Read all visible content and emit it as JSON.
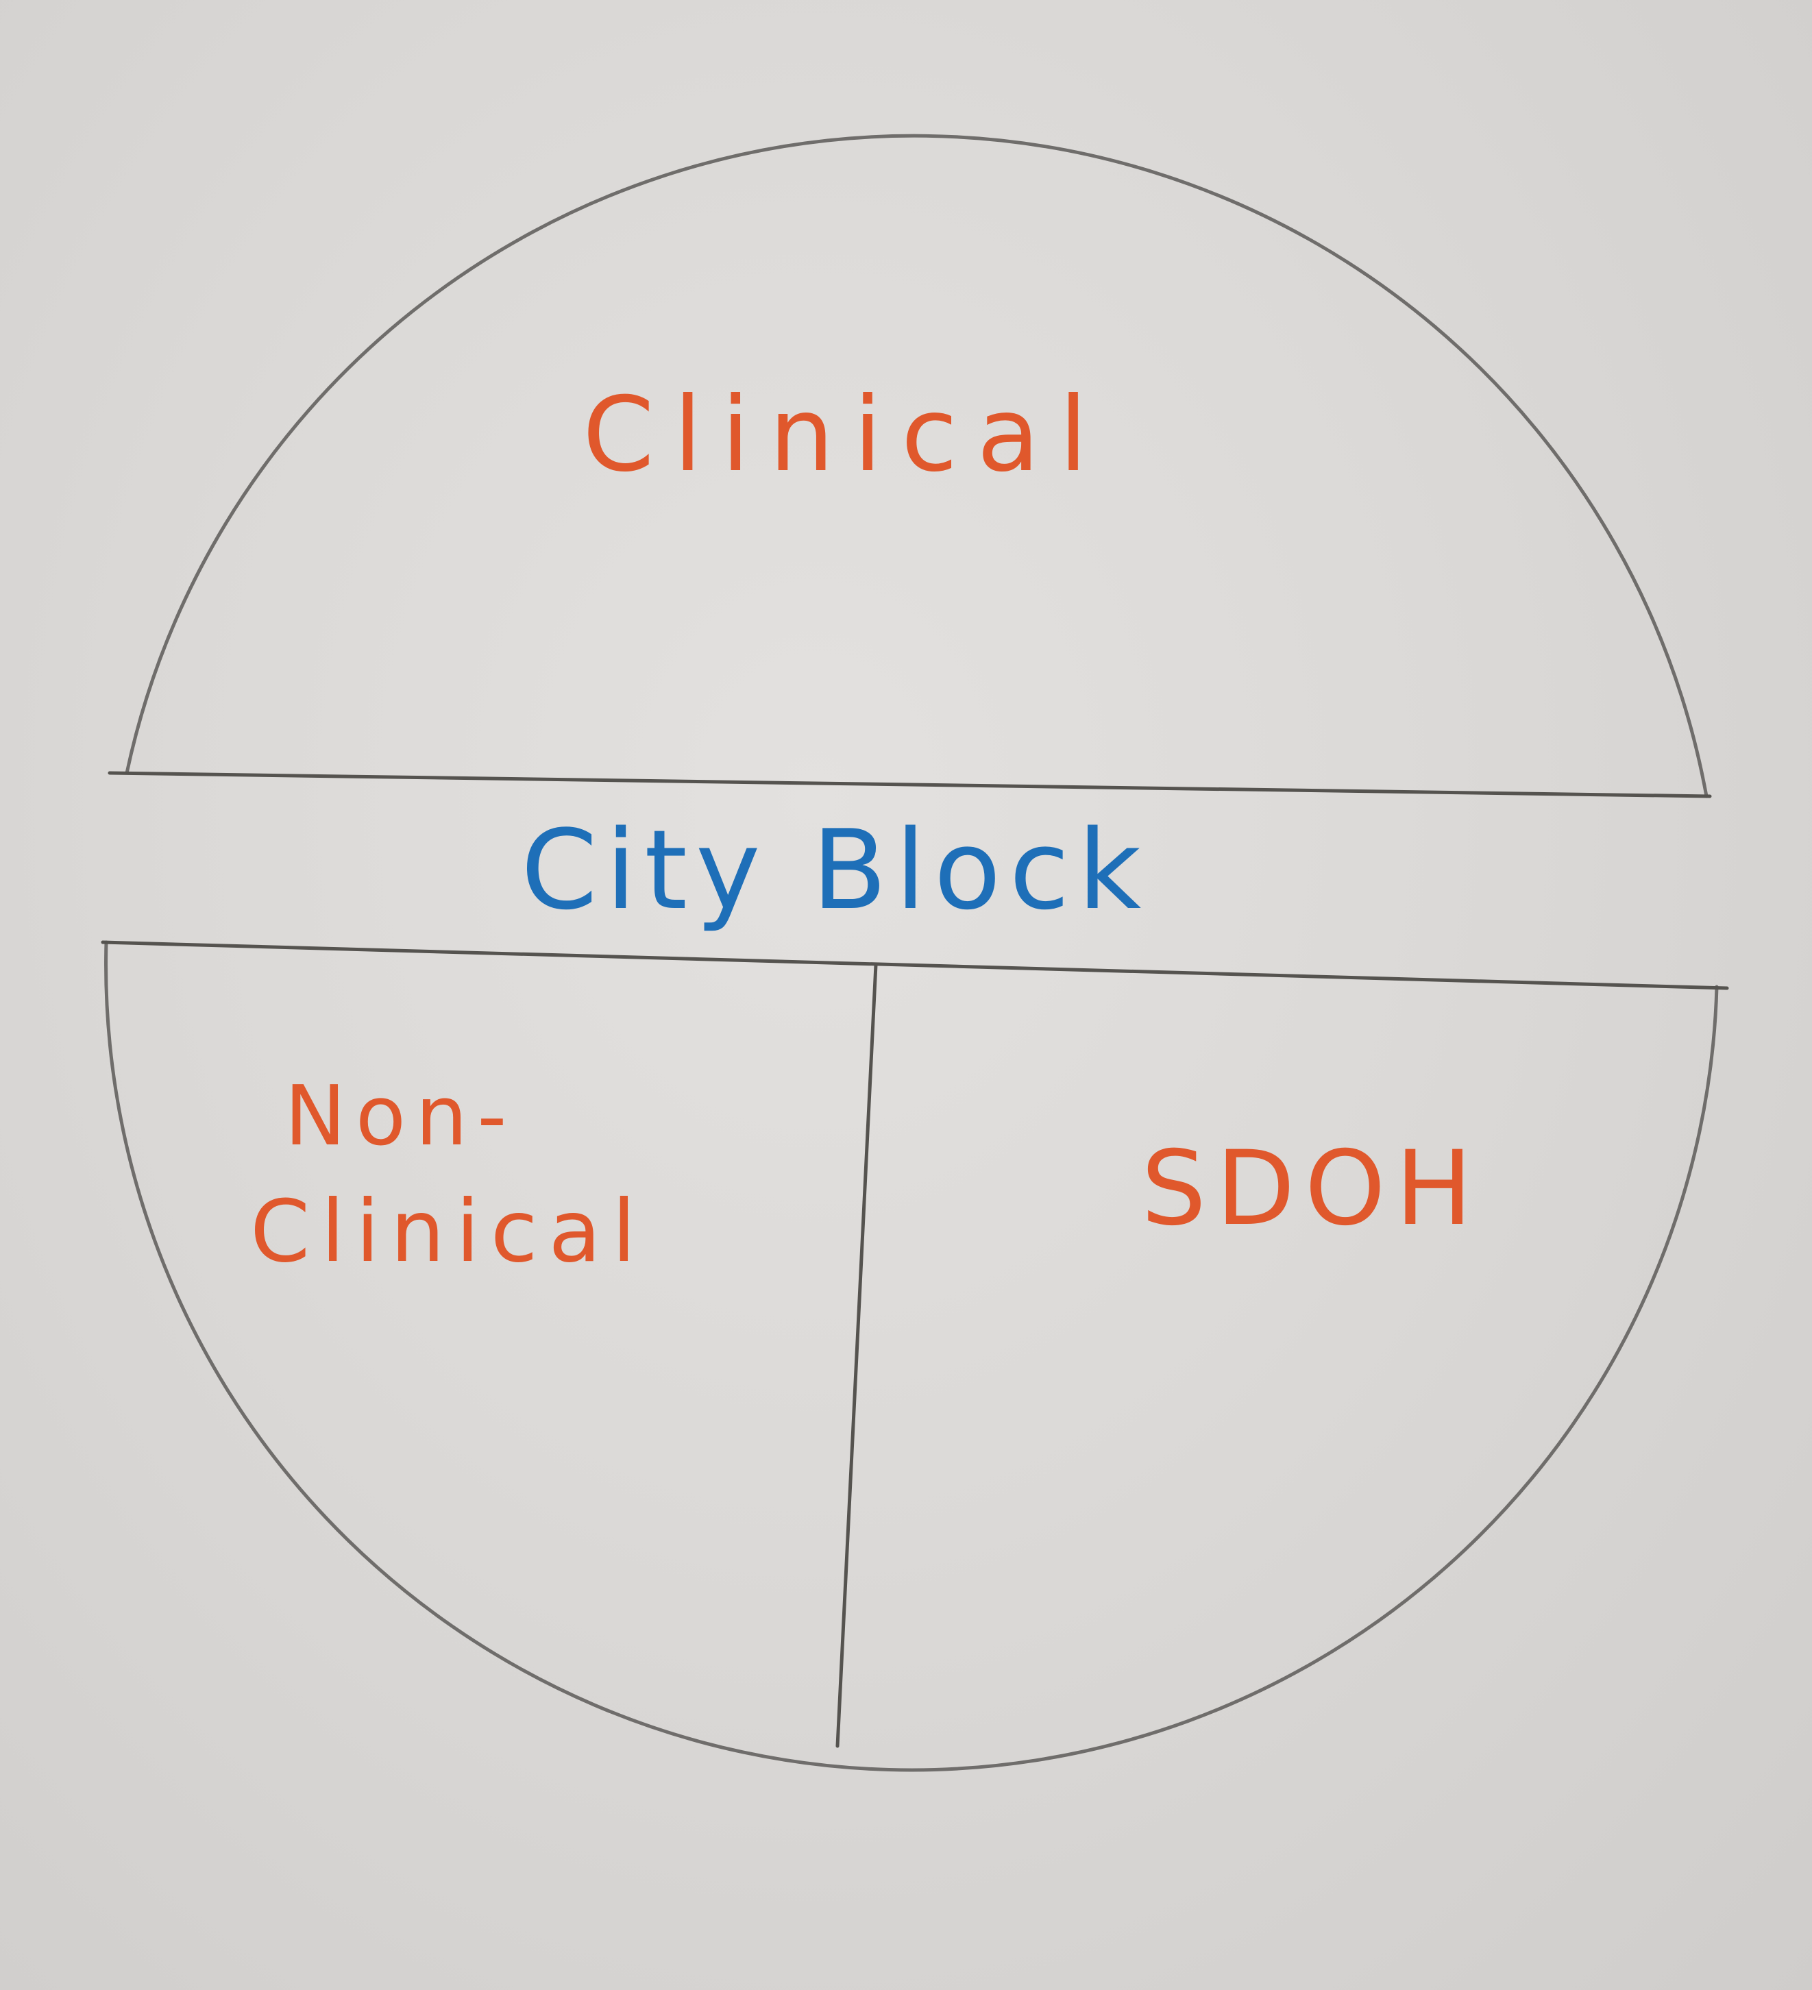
{
  "diagram": {
    "center_label": "City Block",
    "sections": {
      "top": "Clinical",
      "bottom_left_line1": "Non-",
      "bottom_left_line2": "Clinical",
      "bottom_right": "SDOH"
    },
    "colors": {
      "section_label": "#e0582c",
      "center_label": "#1e6fb8",
      "pencil_line": "#6f6d6b",
      "paper": "#dcdad8"
    }
  }
}
